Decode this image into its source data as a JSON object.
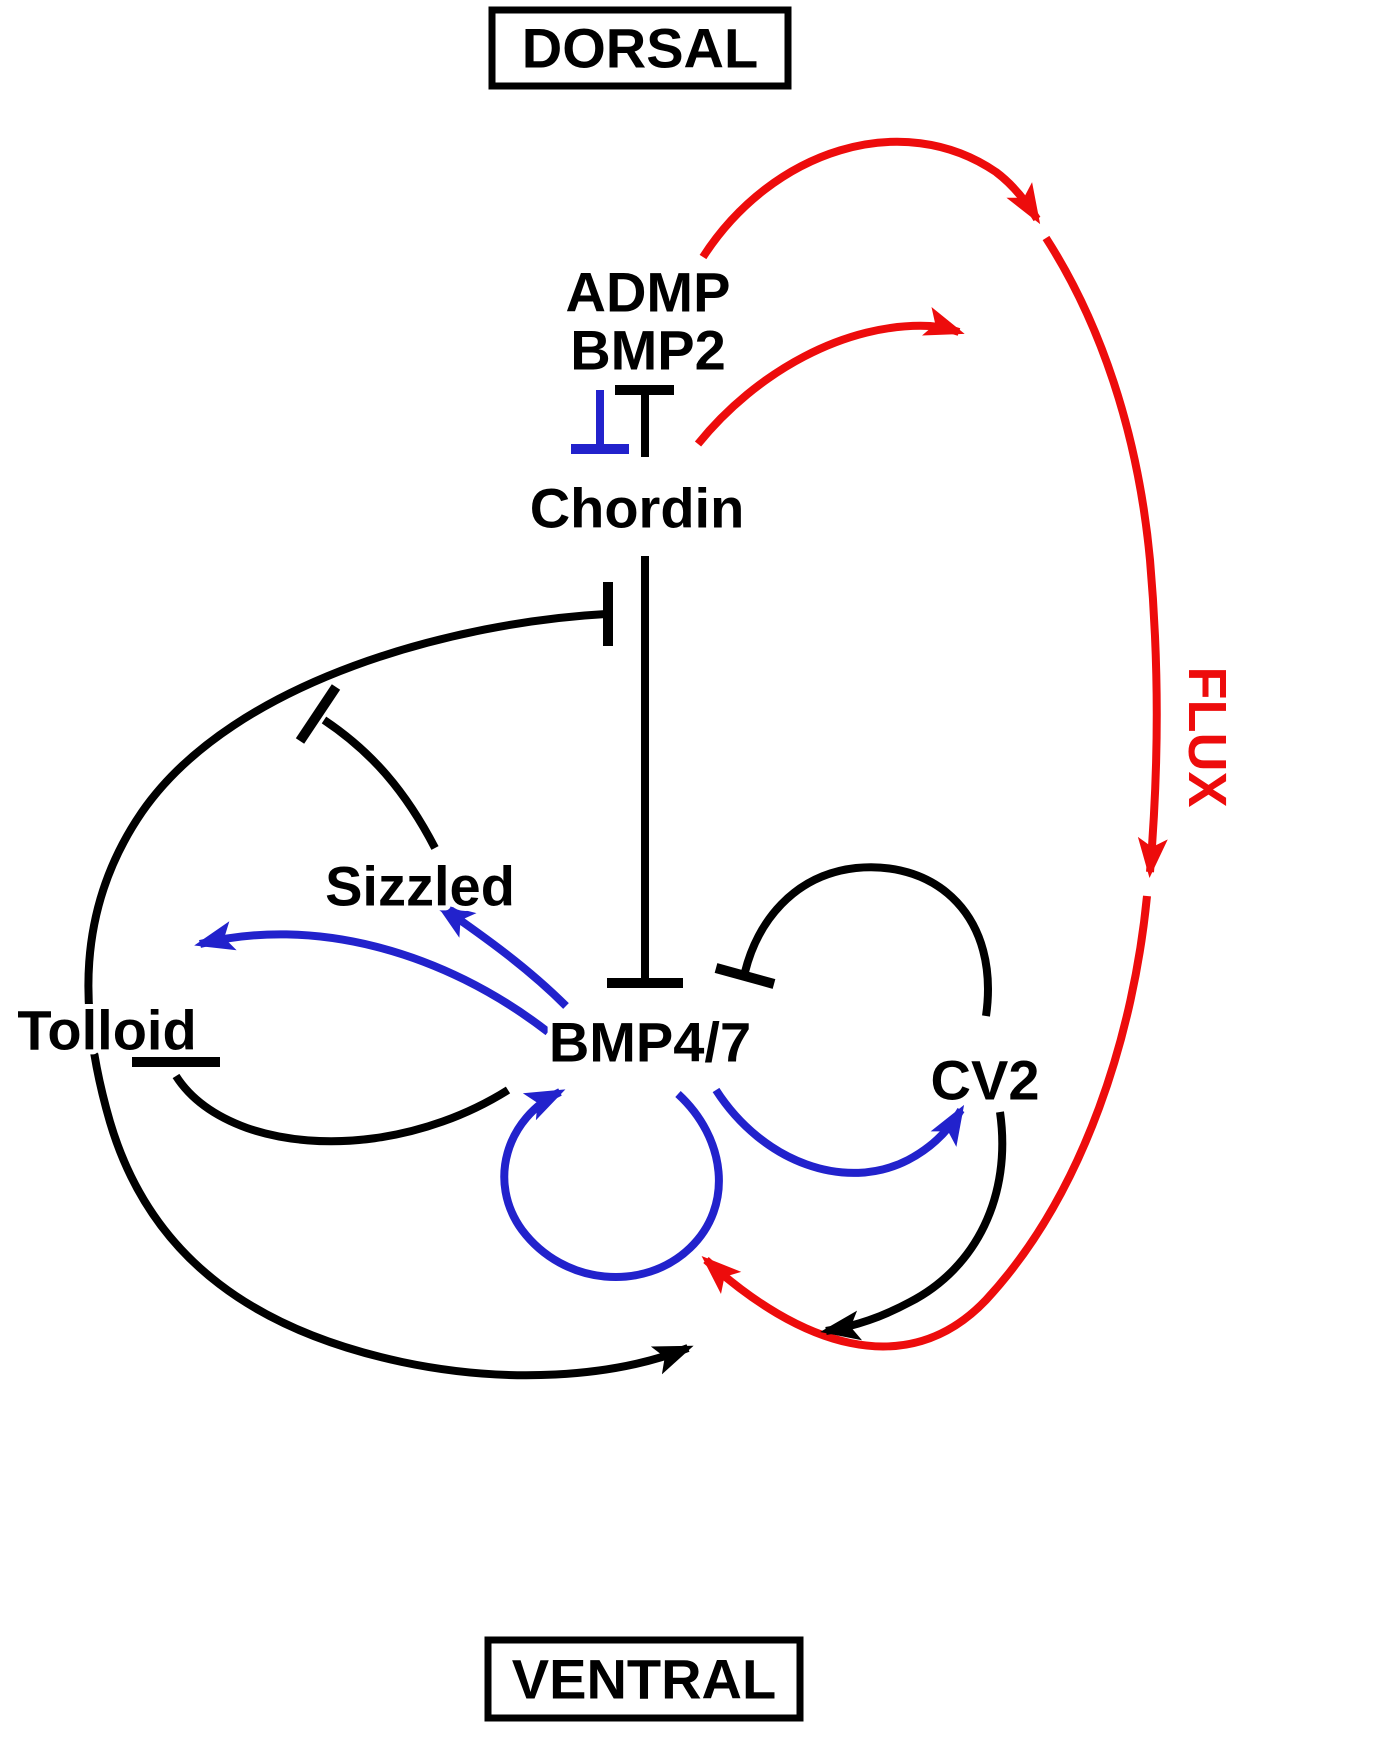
{
  "diagram": {
    "region_top": "DORSAL",
    "region_bottom": "VENTRAL",
    "flux_label": "FLUX",
    "nodes": {
      "admp": "ADMP",
      "bmp2": "BMP2",
      "chordin": "Chordin",
      "sizzled": "Sizzled",
      "tolloid": "Tolloid",
      "bmp47": "BMP4/7",
      "cv2": "CV2"
    },
    "colors": {
      "inhibition_and_protein_black": "#000000",
      "activation_blue": "#2222cc",
      "flux_red": "#ed0c0c",
      "background": "#ffffff"
    },
    "edges": [
      {
        "from": "Chordin",
        "to": "ADMP/BMP2",
        "type": "inhibition",
        "color": "black"
      },
      {
        "from": "ADMP/BMP2",
        "to": "Chordin",
        "type": "inhibition",
        "color": "blue"
      },
      {
        "from": "Chordin",
        "to": "BMP4/7",
        "type": "inhibition",
        "color": "black"
      },
      {
        "from": "Tolloid",
        "to": "Chordin",
        "type": "inhibition",
        "color": "black"
      },
      {
        "from": "Sizzled",
        "to": "Tolloid",
        "type": "inhibition",
        "color": "black"
      },
      {
        "from": "BMP4/7",
        "to": "Tolloid",
        "type": "inhibition",
        "color": "black"
      },
      {
        "from": "CV2",
        "to": "BMP4/7",
        "type": "inhibition",
        "color": "black"
      },
      {
        "from": "CV2",
        "to": "ventral BMP4/7 pool",
        "type": "arrow",
        "color": "black"
      },
      {
        "from": "Tolloid arc",
        "to": "ventral side",
        "type": "arrow",
        "color": "black"
      },
      {
        "from": "BMP4/7",
        "to": "Sizzled",
        "type": "arrow",
        "color": "blue"
      },
      {
        "from": "BMP4/7",
        "to": "Tolloid",
        "type": "arrow",
        "color": "blue"
      },
      {
        "from": "BMP4/7",
        "to": "BMP4/7",
        "type": "self-activation",
        "color": "blue"
      },
      {
        "from": "BMP4/7",
        "to": "CV2",
        "type": "arrow",
        "color": "blue"
      },
      {
        "from": "ADMP/BMP2",
        "to": "BMP4/7 (ventral)",
        "type": "flux",
        "color": "red"
      },
      {
        "from": "Chordin",
        "to": "flux stream",
        "type": "flux",
        "color": "red"
      }
    ]
  }
}
